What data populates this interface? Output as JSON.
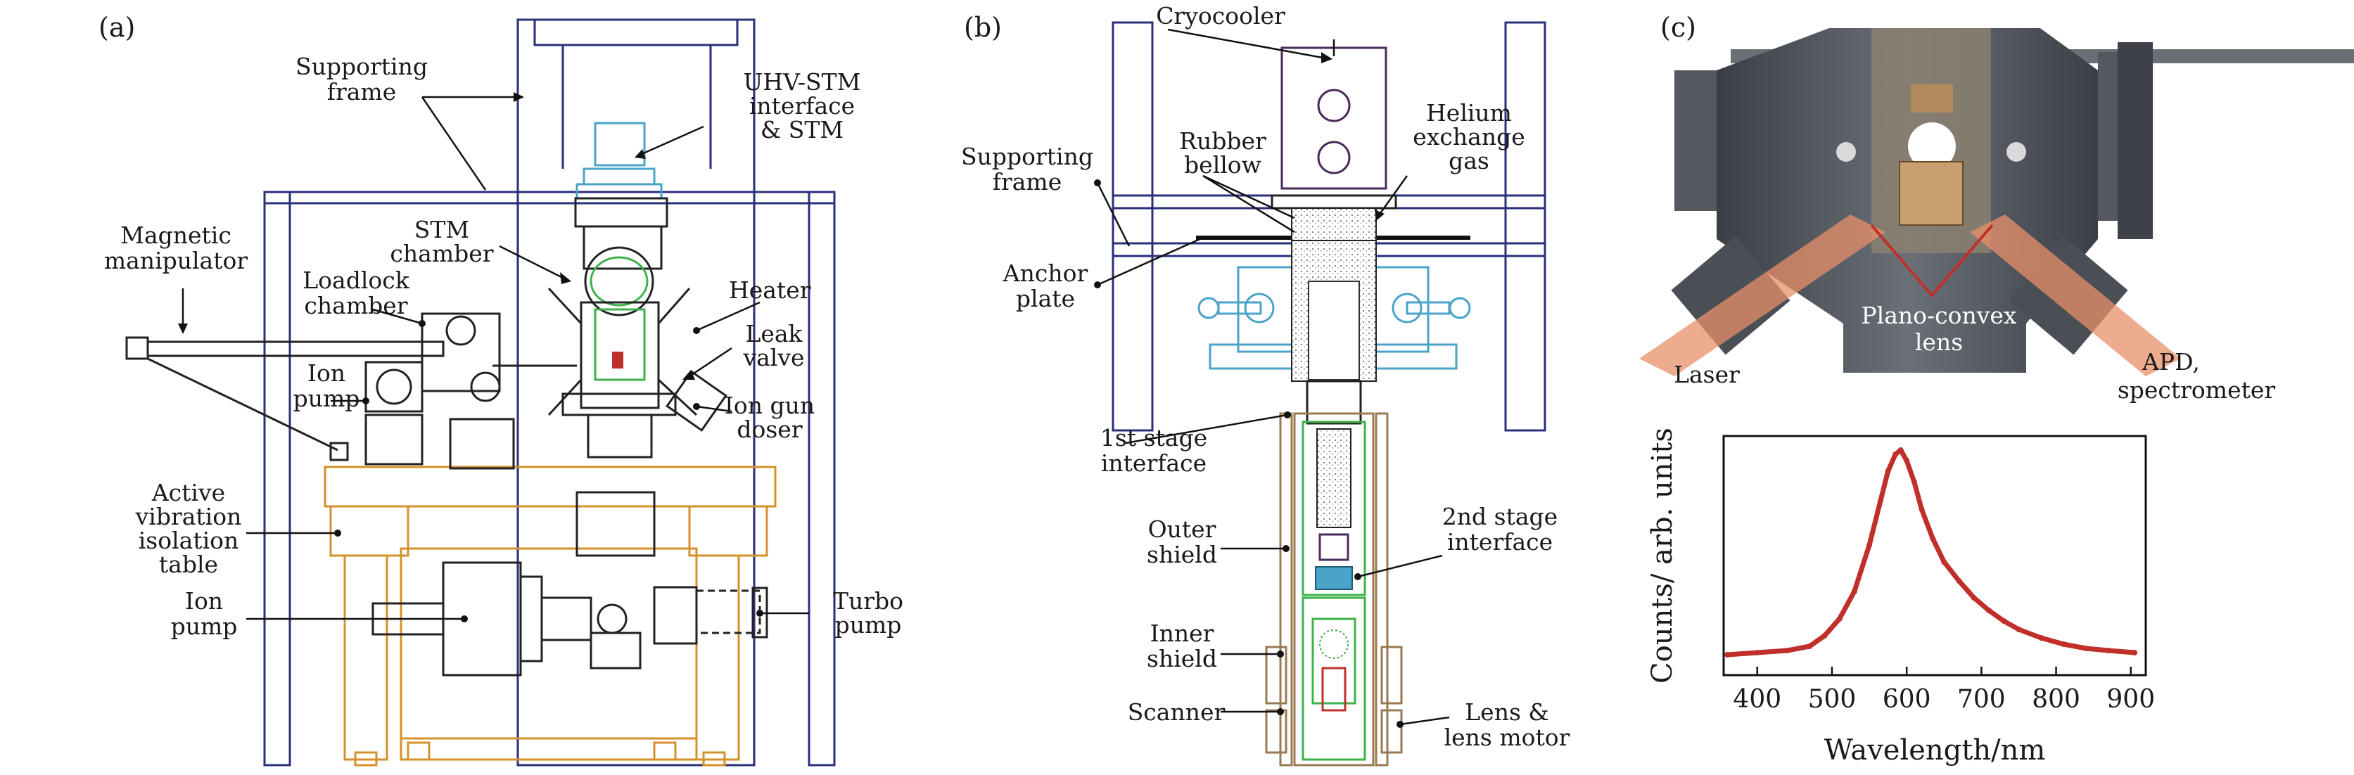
{
  "panels": {
    "a": {
      "panel_label": "(a)",
      "labels": {
        "supporting_frame": [
          "Supporting",
          "frame"
        ],
        "uhv_stm": [
          "UHV-STM",
          "interface",
          "& STM"
        ],
        "stm_chamber": [
          "STM",
          "chamber"
        ],
        "magnetic_manipulator": [
          "Magnetic",
          "manipulator"
        ],
        "loadlock_chamber": [
          "Loadlock",
          "chamber"
        ],
        "heater": "Heater",
        "leak_valve": [
          "Leak",
          "valve"
        ],
        "ion_pump_top": [
          "Ion",
          "pump"
        ],
        "ion_gun_doser": [
          "Ion gun",
          "doser"
        ],
        "active_vibration": [
          "Active",
          "vibration",
          "isolation",
          "table"
        ],
        "ion_pump_bottom": [
          "Ion",
          "pump"
        ],
        "turbo_pump": [
          "Turbo",
          "pump"
        ]
      }
    },
    "b": {
      "panel_label": "(b)",
      "labels": {
        "cryocooler": "Cryocooler",
        "helium_exchange_gas": [
          "Helium",
          "exchange",
          "gas"
        ],
        "rubber_bellow": [
          "Rubber",
          "bellow"
        ],
        "supporting_frame": [
          "Supporting",
          "frame"
        ],
        "anchor_plate": [
          "Anchor",
          "plate"
        ],
        "first_stage": [
          "1st stage",
          "interface"
        ],
        "second_stage": [
          "2nd stage",
          "interface"
        ],
        "outer_shield": [
          "Outer",
          "shield"
        ],
        "inner_shield": [
          "Inner",
          "shield"
        ],
        "scanner": "Scanner",
        "lens_motor": [
          "Lens &",
          "lens motor"
        ]
      }
    },
    "c": {
      "panel_label": "(c)",
      "labels": {
        "laser": "Laser",
        "plano_convex": [
          "Plano-convex",
          "lens"
        ],
        "apd": [
          "APD,",
          "spectrometer"
        ]
      }
    }
  },
  "colors": {
    "frame": "#2a2f7a",
    "table": "#d4902a",
    "interface": "#4aa3c8",
    "chamber": "#3bb24a",
    "spectrum": "#c0302a",
    "beam": "#e8906a",
    "vessel": "#55595f"
  },
  "chart_data": {
    "type": "line",
    "title": "",
    "xlabel": "Wavelength/nm",
    "ylabel": "Counts/ arb. units",
    "xlim": [
      355,
      920
    ],
    "ylim": [
      0,
      1
    ],
    "xticks": [
      400,
      500,
      600,
      700,
      800,
      900
    ],
    "y_tick_labels_shown": false,
    "grid": false,
    "series": [
      {
        "color": "#c0302a",
        "x": [
          360,
          400,
          440,
          470,
          490,
          510,
          530,
          550,
          565,
          575,
          585,
          592,
          600,
          610,
          620,
          635,
          650,
          670,
          690,
          710,
          730,
          750,
          780,
          810,
          840,
          870,
          905
        ],
        "y": [
          0.03,
          0.04,
          0.05,
          0.07,
          0.12,
          0.2,
          0.33,
          0.55,
          0.76,
          0.9,
          0.98,
          1.0,
          0.95,
          0.85,
          0.72,
          0.58,
          0.47,
          0.38,
          0.3,
          0.24,
          0.19,
          0.15,
          0.11,
          0.08,
          0.06,
          0.05,
          0.04
        ]
      }
    ]
  }
}
